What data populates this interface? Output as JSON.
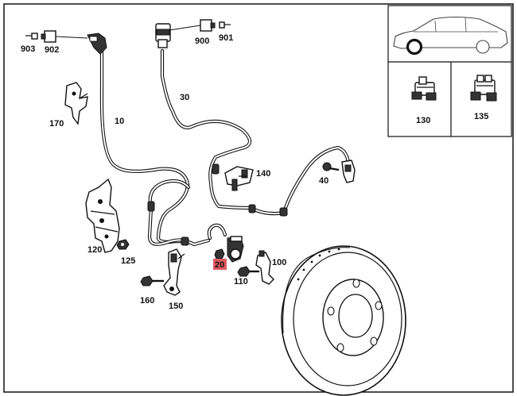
{
  "callouts": {
    "p903": "903",
    "p902": "902",
    "p900": "900",
    "p901": "901",
    "p10": "10",
    "p30": "30",
    "p170": "170",
    "p140": "140",
    "p40": "40",
    "p120": "120",
    "p125": "125",
    "p20": "20",
    "p110": "110",
    "p100": "100",
    "p160": "160",
    "p150": "150"
  },
  "inset": {
    "p130": "130",
    "p135": "135"
  },
  "highlight_color": "#e0595f"
}
